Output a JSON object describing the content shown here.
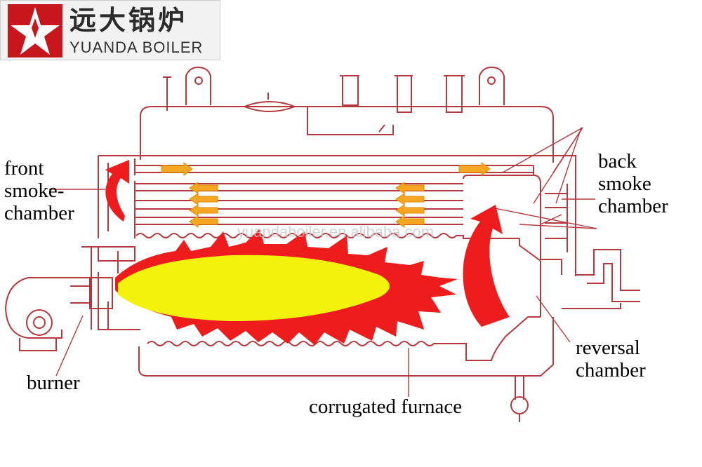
{
  "logo": {
    "name_cn": "远大锅炉",
    "name_en": "YUANDA BOILER"
  },
  "labels": {
    "front_smoke_chamber": [
      "front",
      "smoke-",
      "chamber"
    ],
    "back_smoke_chamber": [
      "back",
      "smoke",
      "chamber"
    ],
    "burner": "burner",
    "corrugated_furnace": "corrugated furnace",
    "reversal_chamber": [
      "reversal",
      "chamber"
    ]
  },
  "watermark": "yuandaboiler.en.alibaba.com",
  "colors": {
    "outline": "#b5383e",
    "flame": "#ee1c1c",
    "flame_core": "#f2f20a",
    "arrow": "#f5a623",
    "logo_red": "#c8161d"
  },
  "icons": [
    "star-logo-icon",
    "flow-arrow-icon"
  ]
}
